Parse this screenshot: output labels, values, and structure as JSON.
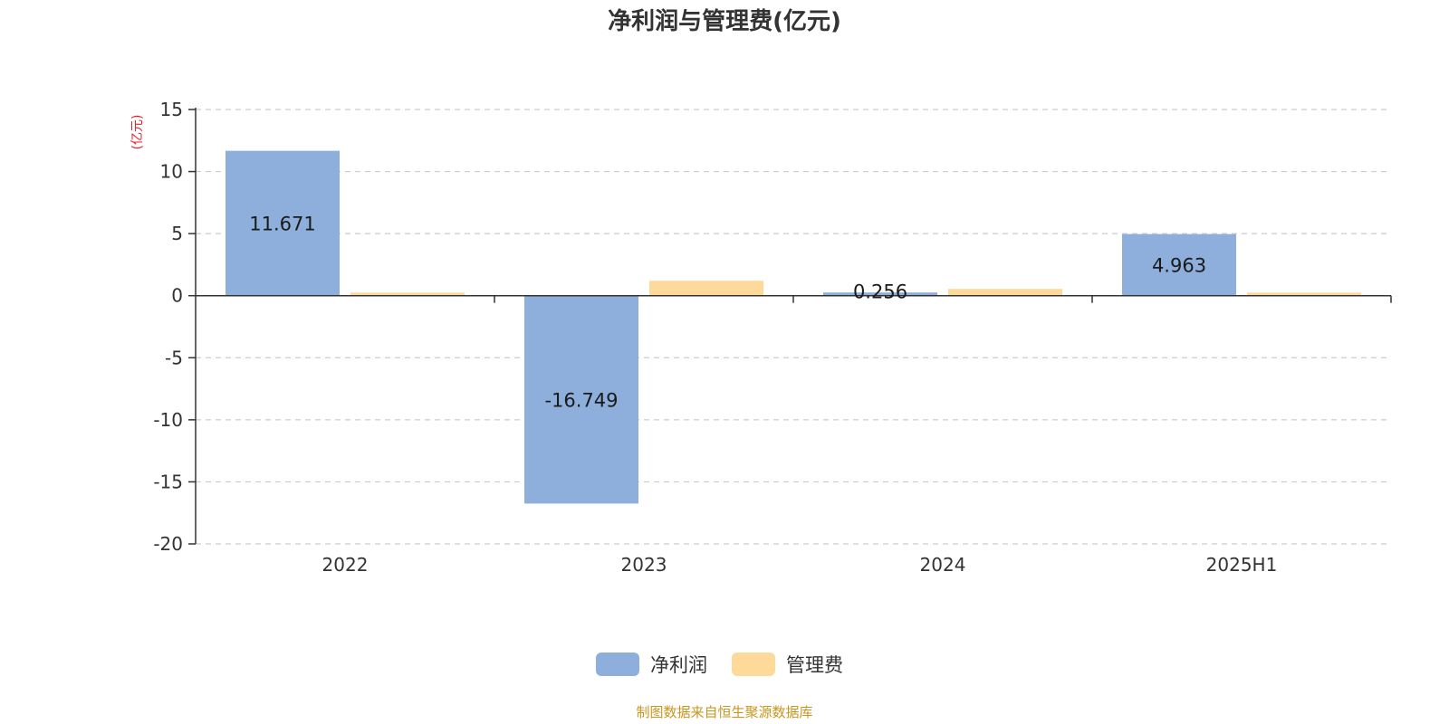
{
  "chart_data": {
    "type": "bar",
    "title": "净利润与管理费(亿元)",
    "ylabel": "(亿元)",
    "categories": [
      "2022",
      "2023",
      "2024",
      "2025H1"
    ],
    "series": [
      {
        "name": "净利润",
        "color": "#8eaedb",
        "values": [
          11.671,
          -16.749,
          0.256,
          4.963
        ],
        "labels": [
          "11.671",
          "-16.749",
          "0.256",
          "4.963"
        ]
      },
      {
        "name": "管理费",
        "color": "#fdd99a",
        "values": [
          0.25,
          1.2,
          0.55,
          0.25
        ]
      }
    ],
    "ylim": [
      -20,
      15
    ],
    "yticks": [
      15,
      10,
      5,
      0,
      -5,
      -10,
      -15,
      -20
    ],
    "ytick_labels": [
      "15",
      "10",
      "5",
      "0",
      "-5",
      "-10",
      "-15",
      "-20"
    ],
    "grid": true,
    "legend_position": "bottom-center",
    "unit_color": "#e8202a",
    "source_text": "制图数据来自恒生聚源数据库",
    "source_color": "#c8961e"
  }
}
